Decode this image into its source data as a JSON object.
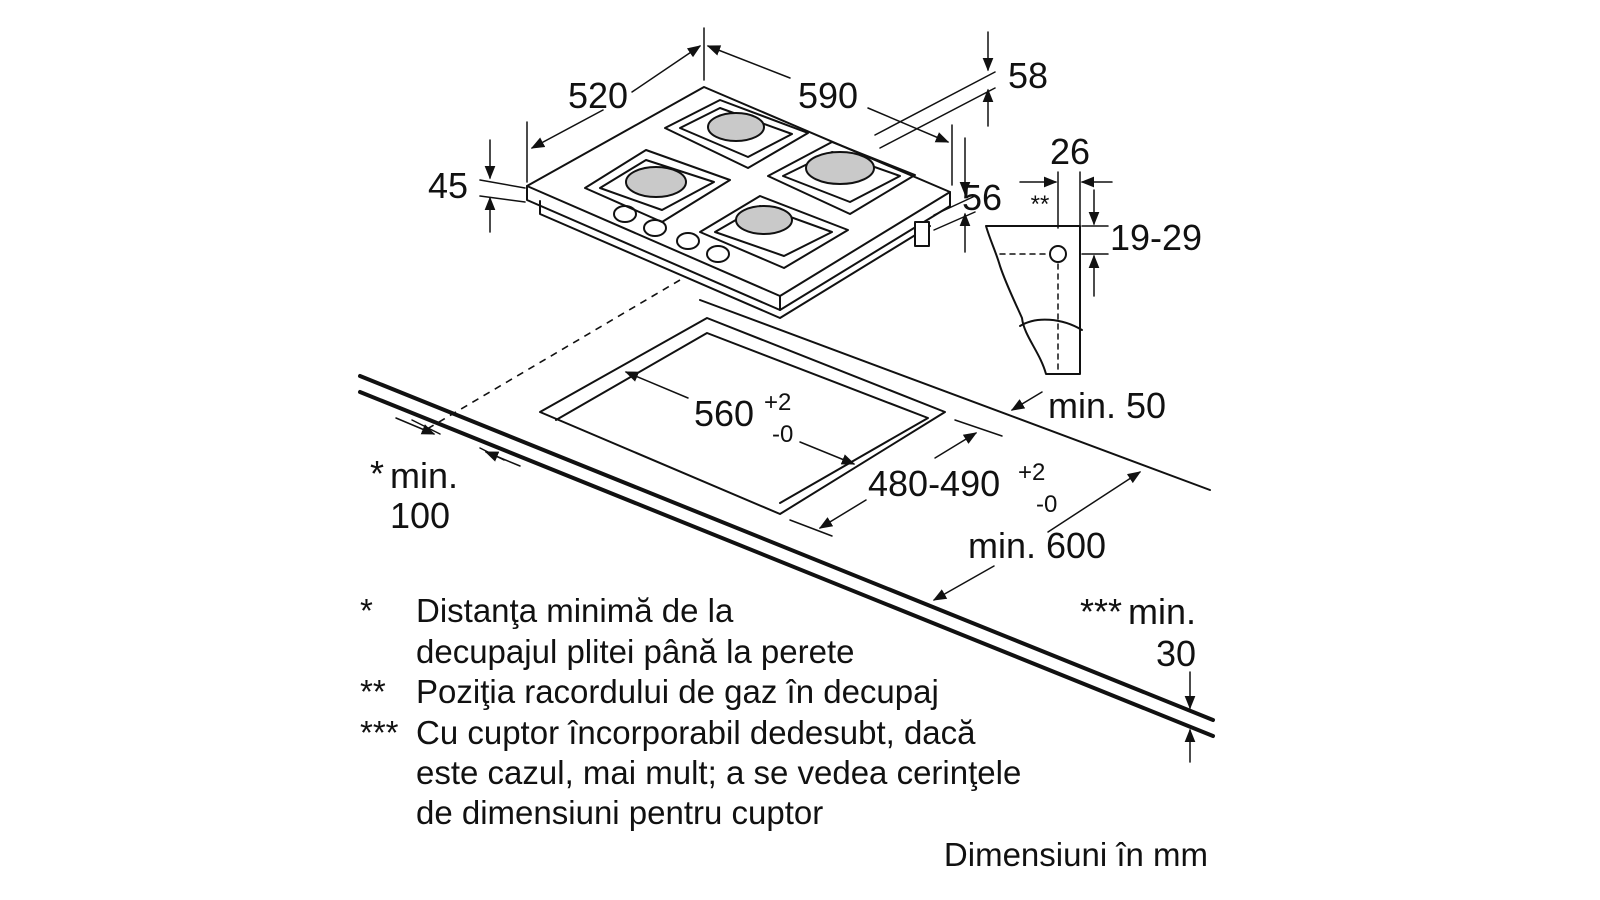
{
  "dimensions": {
    "width": "590",
    "depth": "520",
    "height_front": "45",
    "height_back": "58",
    "height_right": "56",
    "gas_offset": "26",
    "gas_mark": "**",
    "gas_height": "19-29",
    "wall_back": "min. 50",
    "cutout_width": "560",
    "cutout_width_tol_plus": "+2",
    "cutout_width_tol_minus": "-0",
    "cutout_depth": "480-490",
    "cutout_depth_tol_plus": "+2",
    "cutout_depth_tol_minus": "-0",
    "counter_depth": "min. 600",
    "side_mark": "*",
    "side_label": "min.",
    "side_value": "100",
    "under_mark": "***",
    "under_label": "min.",
    "under_value": "30"
  },
  "notes": [
    {
      "mark": "*",
      "lines": [
        "Distanţa minimă de la",
        "decupajul plitei până la perete"
      ]
    },
    {
      "mark": "**",
      "lines": [
        "Poziţia racordului de gaz în decupaj"
      ]
    },
    {
      "mark": "***",
      "lines": [
        "Cu cuptor încorporabil dedesubt, dacă",
        "este cazul, mai mult; a se vedea cerinţele",
        "de dimensiuni pentru cuptor"
      ]
    }
  ],
  "units_note": "Dimensiuni în mm"
}
